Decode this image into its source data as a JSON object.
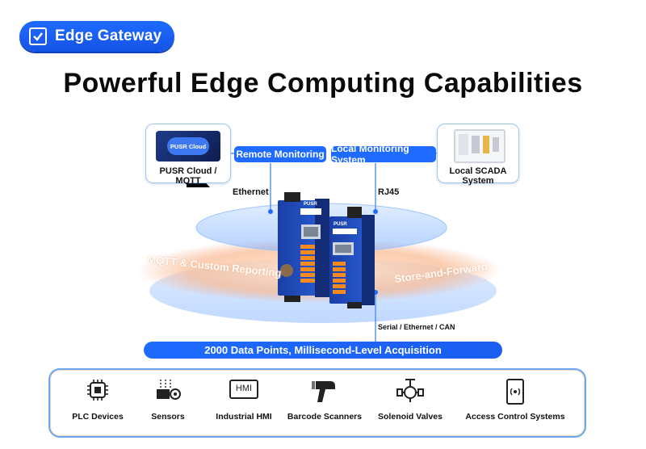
{
  "badge": {
    "label": "Edge Gateway",
    "icon": "checkbox-icon",
    "color": "#1f6bff"
  },
  "headline": "Powerful Edge Computing Capabilities",
  "cards": {
    "cloud": {
      "caption": "PUSR Cloud / MQTT",
      "screen_text": "PUSR Cloud"
    },
    "scada": {
      "caption": "Local SCADA System"
    }
  },
  "pills": {
    "remote": "Remote Monitoring",
    "local": "Local Monitoring System"
  },
  "labels": {
    "ethernet": "Ethernet",
    "rj45": "RJ45",
    "serial": "Serial / Ethernet / CAN",
    "mqtt": "MQTT & Custom Reporting",
    "store": "Store-and-Forward",
    "device_brand": "PUSR"
  },
  "bar": "2000 Data Points, Millisecond-Level Acquisition",
  "devices": [
    {
      "label": "PLC Devices",
      "icon": "plc-icon"
    },
    {
      "label": "Sensors",
      "icon": "sensor-icon"
    },
    {
      "label": "Industrial HMI",
      "icon": "hmi-icon",
      "icon_text": "HMI"
    },
    {
      "label": "Barcode Scanners",
      "icon": "barcode-scanner-icon"
    },
    {
      "label": "Solenoid Valves",
      "icon": "valve-icon"
    },
    {
      "label": "Access Control Systems",
      "icon": "access-control-icon"
    }
  ]
}
